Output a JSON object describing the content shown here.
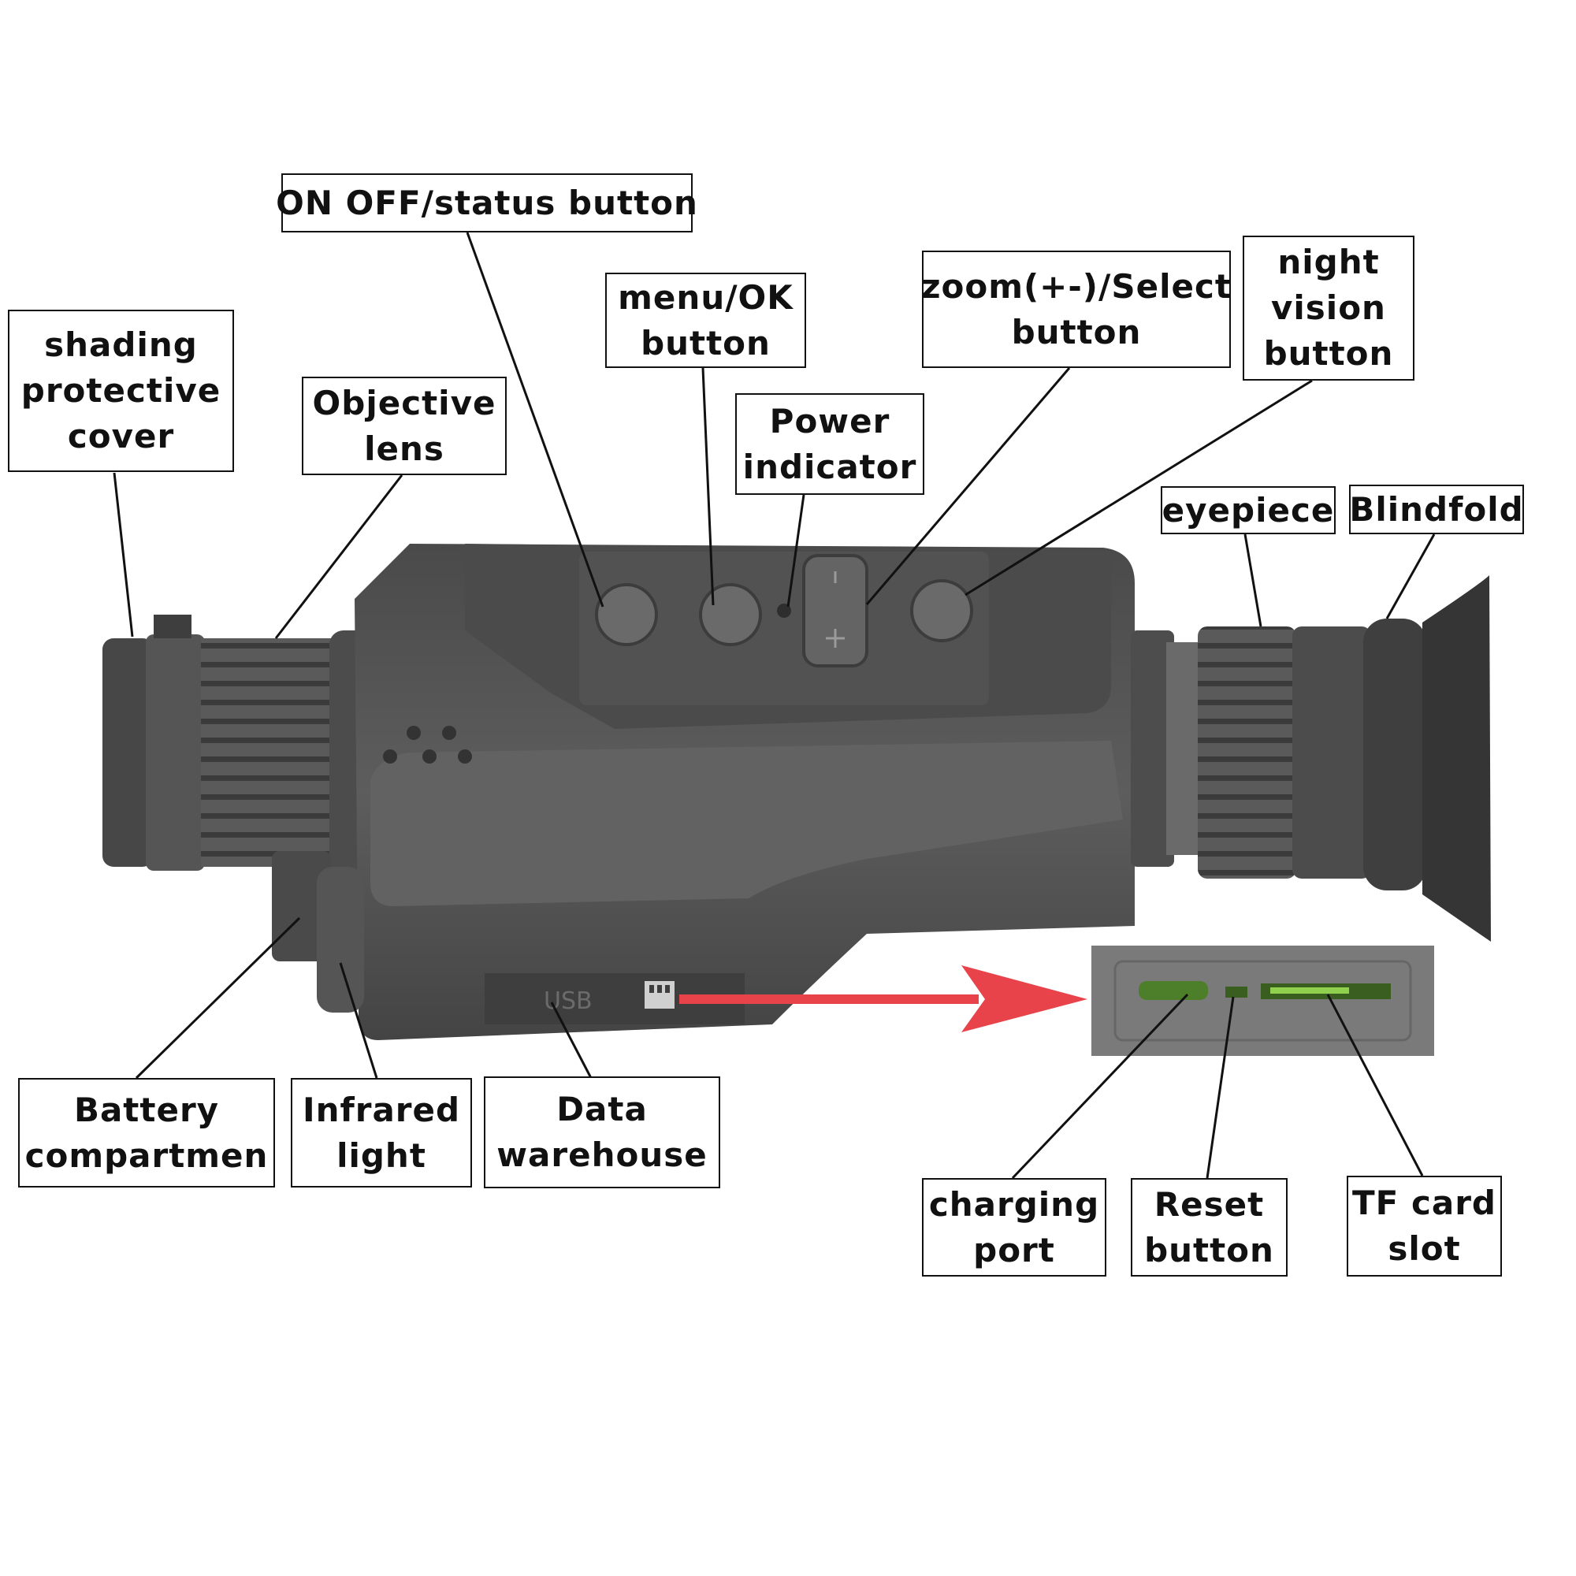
{
  "labels": {
    "shading_protective_cover": [
      "shading",
      "protective",
      "cover"
    ],
    "objective_lens": [
      "Objective",
      "lens"
    ],
    "on_off_status_button": [
      "ON OFF/status button"
    ],
    "menu_ok_button": [
      "menu/OK",
      "button"
    ],
    "power_indicator": [
      "Power",
      "indicator"
    ],
    "zoom_select_button": [
      "zoom(+-)/Select",
      "button"
    ],
    "night_vision_button": [
      "night",
      "vision",
      "button"
    ],
    "eyepiece": [
      "eyepiece"
    ],
    "blindfold": [
      "Blindfold"
    ],
    "battery_compartment": [
      "Battery",
      "compartmen"
    ],
    "infrared_light": [
      "Infrared",
      "light"
    ],
    "data_warehouse": [
      "Data",
      "warehouse"
    ],
    "charging_port": [
      "charging",
      "port"
    ],
    "reset_button": [
      "Reset",
      "button"
    ],
    "tf_card_slot": [
      "TF card",
      "slot"
    ]
  },
  "device": {
    "usb_text": "USB",
    "body_color": "#5a5a5a",
    "dark_color": "#3a3a3a",
    "arrow_color": "#e8434a",
    "slot_highlight_color": "#8fd14f"
  }
}
